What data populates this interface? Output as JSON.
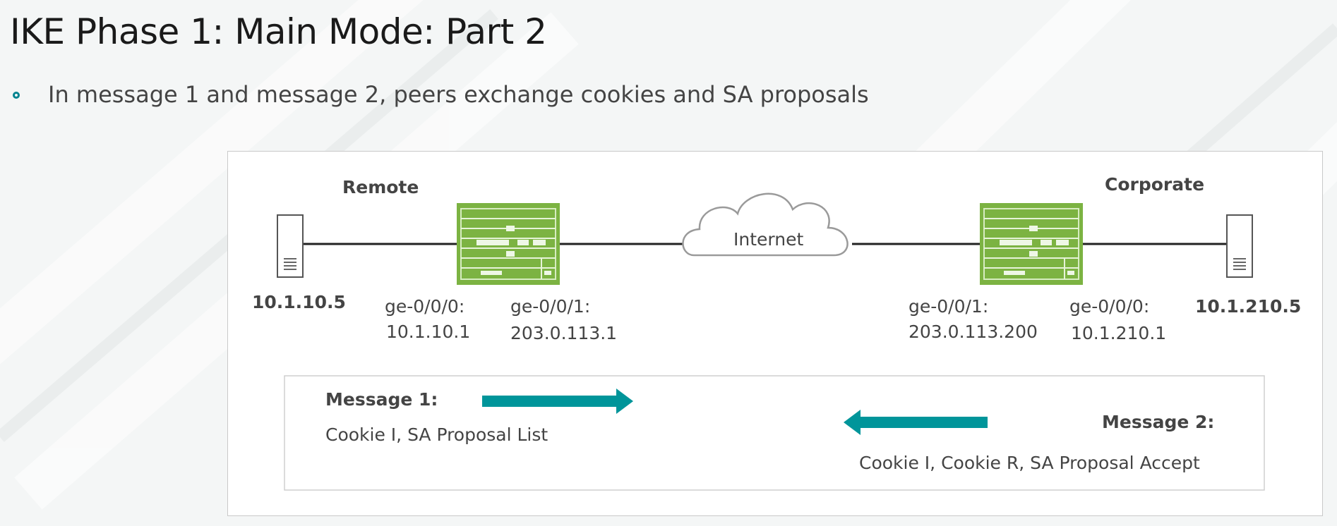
{
  "slide": {
    "title": "IKE Phase 1: Main Mode: Part 2",
    "bullet": "In message 1 and message 2, peers exchange cookies and SA proposals"
  },
  "colors": {
    "accent": "#00959a",
    "device": "#7cb342",
    "bullet": "#00838f"
  },
  "diagram": {
    "sites": {
      "remote": "Remote",
      "corporate": "Corporate"
    },
    "cloud": {
      "label": "Internet"
    },
    "icons": [
      "server-icon",
      "router-icon",
      "cloud-icon",
      "arrow-right-icon",
      "arrow-left-icon"
    ],
    "remote_host": {
      "ip": "10.1.10.5"
    },
    "remote_router": {
      "int_inside": {
        "name": "ge-0/0/0:",
        "ip": "10.1.10.1"
      },
      "int_outside": {
        "name": "ge-0/0/1:",
        "ip": "203.0.113.1"
      }
    },
    "corp_router": {
      "int_outside": {
        "name": "ge-0/0/1:",
        "ip": "203.0.113.200"
      },
      "int_inside": {
        "name": "ge-0/0/0:",
        "ip": "10.1.210.1"
      }
    },
    "corp_host": {
      "ip": "10.1.210.5"
    },
    "messages": {
      "m1": {
        "title": "Message 1:",
        "content": "Cookie I, SA Proposal List",
        "direction": "right"
      },
      "m2": {
        "title": "Message 2:",
        "content": "Cookie I, Cookie R, SA Proposal Accept",
        "direction": "left"
      }
    }
  }
}
